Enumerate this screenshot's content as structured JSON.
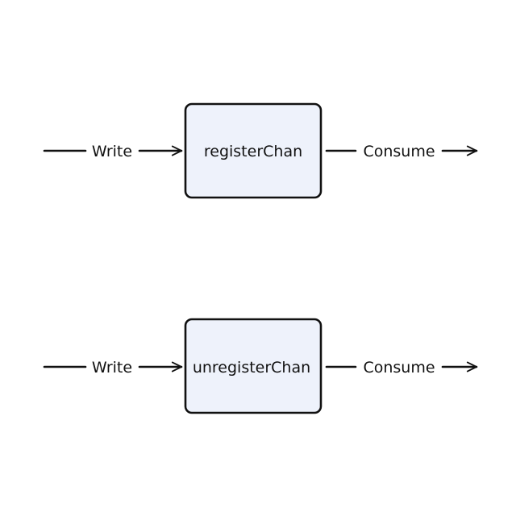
{
  "colors": {
    "stroke": "#111111",
    "node_fill": "#eef2fb",
    "background": "#ffffff"
  },
  "flows": [
    {
      "input_label": "Write",
      "node_label": "registerChan",
      "output_label": "Consume"
    },
    {
      "input_label": "Write",
      "node_label": "unregisterChan",
      "output_label": "Consume"
    }
  ]
}
